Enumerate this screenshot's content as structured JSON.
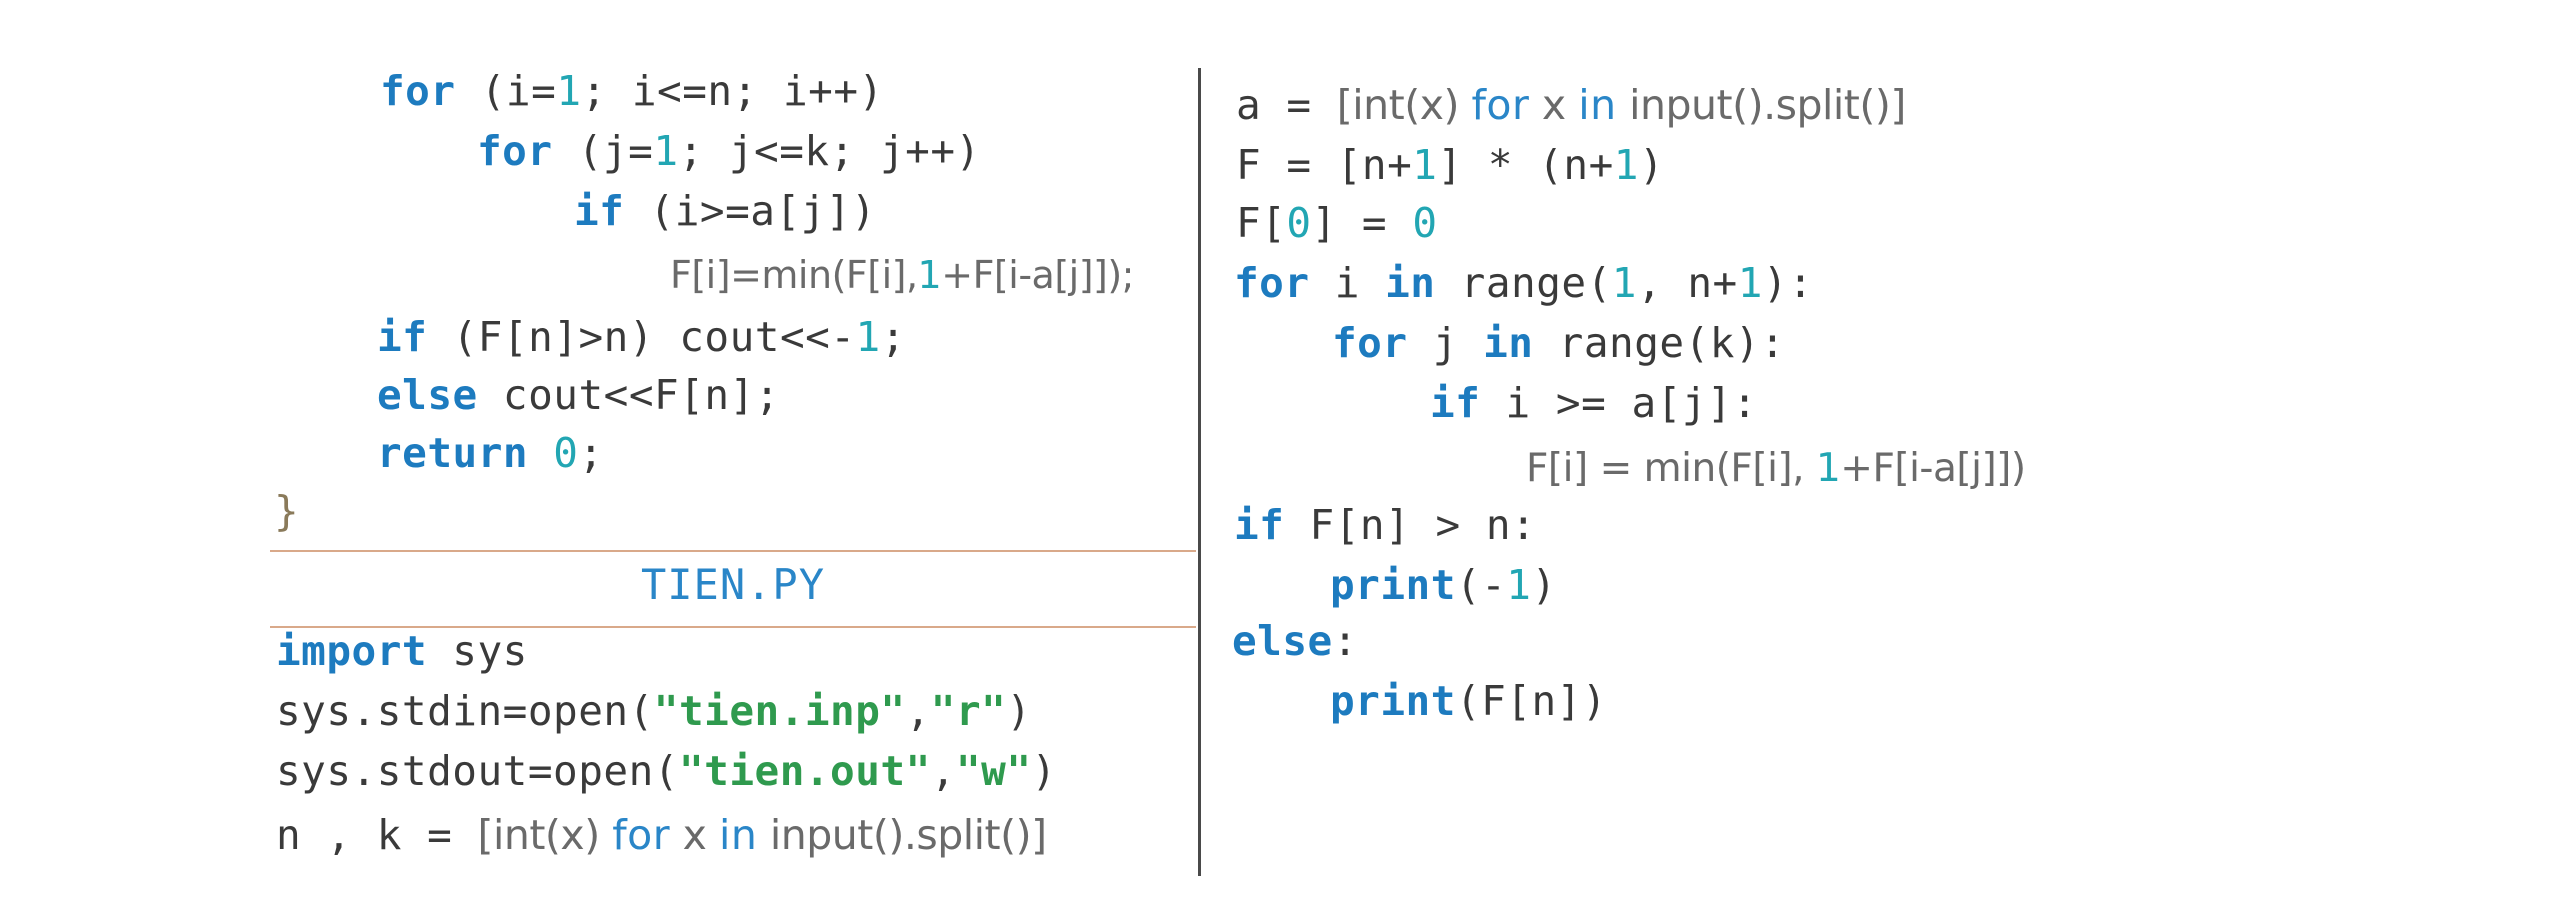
{
  "left_code": {
    "for_i": {
      "kw": "for",
      "rest_a": " (i=",
      "num": "1",
      "rest_b": "; i<=n; i++)"
    },
    "for_j": {
      "kw": "for",
      "rest_a": " (j=",
      "num": "1",
      "rest_b": "; j<=k; j++)"
    },
    "if_a": {
      "kw": "if",
      "rest": " (i>=a[j])"
    },
    "fmin": {
      "a": "F[i]=min(F[i],",
      "num": "1",
      "b": "+F[i-a[j]]);"
    },
    "if_fn": {
      "kw": "if",
      "rest_a": " (F[n]>n) cout<<-",
      "num": "1",
      "rest_b": ";"
    },
    "else_line": {
      "kw": "else",
      "rest": " cout<<F[n];"
    },
    "return_line": {
      "kw": "return",
      "space": " ",
      "num": "0",
      "semi": ";"
    },
    "close_brace": "}"
  },
  "file_title": "TIEN.PY",
  "py_left": {
    "import_line": {
      "kw": "import",
      "rest": " sys"
    },
    "stdin_line": {
      "a": "sys.stdin=open(",
      "s1": "\"tien.inp\"",
      "comma": ",",
      "s2": "\"r\"",
      "close": ")"
    },
    "stdout_line": {
      "a": "sys.stdout=open(",
      "s1": "\"tien.out\"",
      "comma": ",",
      "s2": "\"w\"",
      "close": ")"
    },
    "nk_line": {
      "a": "n , k = ",
      "b": "[int(x) ",
      "kw1": "for",
      "c": " x ",
      "kw2": "in",
      "d": " input().split()]"
    }
  },
  "py_right": {
    "a_line": {
      "a": "a = ",
      "b": "[int(x) ",
      "kw1": "for",
      "c": " x ",
      "kw2": "in",
      "d": " input().split()]"
    },
    "f_line": {
      "a": "F = [n+",
      "n1": "1",
      "b": "] * (n+",
      "n2": "1",
      "c": ")"
    },
    "f0_line": {
      "a": "F[",
      "n1": "0",
      "b": "] = ",
      "n2": "0"
    },
    "for_i": {
      "kw1": "for",
      "a": " i ",
      "kw2": "in",
      "b": " range(",
      "n1": "1",
      "c": ", n+",
      "n2": "1",
      "d": "):"
    },
    "for_j": {
      "kw1": "for",
      "a": " j ",
      "kw2": "in",
      "b": " range(k):"
    },
    "if_line": {
      "kw": "if",
      "rest": " i >= a[j]:"
    },
    "fmin": {
      "a": "F[i] = min(F[i], ",
      "num": "1",
      "b": "+F[i-a[j]])"
    },
    "if_fn": {
      "kw": "if",
      "rest": " F[n] > n:"
    },
    "print1": {
      "kw": "print",
      "a": "(-",
      "num": "1",
      "b": ")"
    },
    "else_line": {
      "kw": "else",
      "rest": ":"
    },
    "print2": {
      "kw": "print",
      "rest": "(F[n])"
    }
  }
}
